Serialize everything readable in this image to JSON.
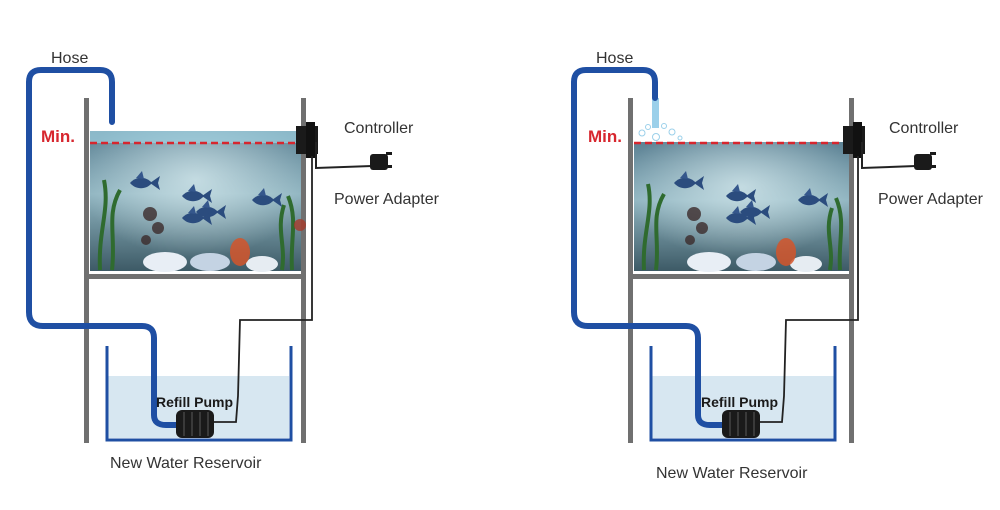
{
  "panels": [
    {
      "hose_label": "Hose",
      "min_label": "Min.",
      "controller_label": "Controller",
      "power_adapter_label": "Power Adapter",
      "pump_label": "Refill Pump",
      "reservoir_label": "New Water Reservoir"
    },
    {
      "hose_label": "Hose",
      "min_label": "Min.",
      "controller_label": "Controller",
      "power_adapter_label": "Power Adapter",
      "pump_label": "Refill Pump",
      "reservoir_label": "New Water Reservoir"
    }
  ],
  "colors": {
    "hose": "#1f4fa3",
    "min_line": "#d7262e",
    "reservoir_water": "#d7e7f1",
    "aquarium_water": "#4a6f80",
    "frame": "#707070"
  }
}
